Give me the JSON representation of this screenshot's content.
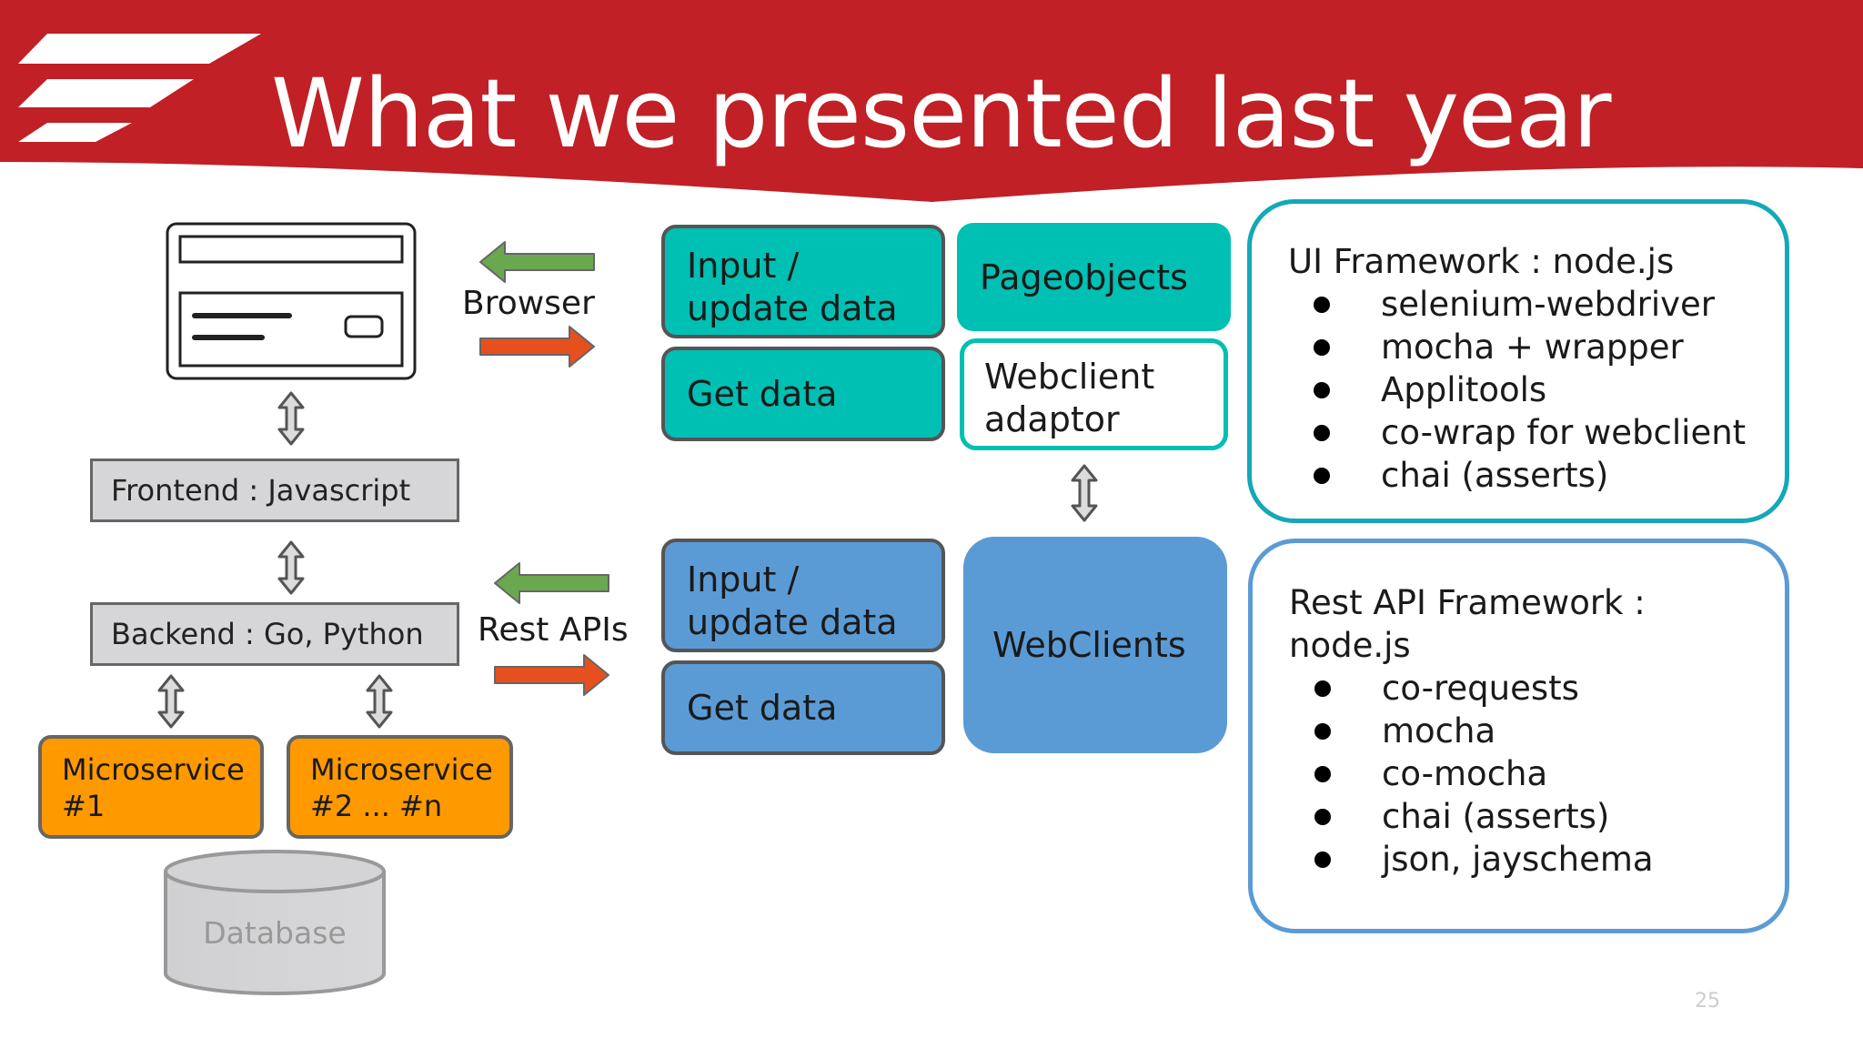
{
  "slide": {
    "title": "What we presented last year",
    "page_number": "25"
  },
  "colors": {
    "header_red": "#c02026",
    "teal": "#00bfb3",
    "blue": "#5b9bd5",
    "orange": "#ff9900",
    "gray_box": "#d6d6d8",
    "arrow_green": "#6aa84f",
    "arrow_red": "#e6501f"
  },
  "left_stack": {
    "frontend": "Frontend : Javascript",
    "backend": "Backend : Go, Python",
    "microservice_1": "Microservice\n#1",
    "microservice_2": "Microservice\n#2 ... #n",
    "database": "Database"
  },
  "connectors": {
    "browser": "Browser",
    "rest_apis": "Rest APIs"
  },
  "ui_layer": {
    "input_update": "Input / update data",
    "get_data": "Get data",
    "pageobjects": "Pageobjects",
    "webclient_adaptor": "Webclient adaptor"
  },
  "api_layer": {
    "input_update": "Input / update data",
    "get_data": "Get data",
    "webclients": "WebClients"
  },
  "ui_framework": {
    "heading": "UI Framework : node.js",
    "items": [
      "selenium-webdriver",
      "mocha + wrapper",
      "Applitools",
      "co-wrap for webclient",
      "chai (asserts)"
    ]
  },
  "api_framework": {
    "heading": "Rest API Framework : node.js",
    "items": [
      "co-requests",
      "mocha",
      "co-mocha",
      "chai (asserts)",
      "json, jayschema"
    ]
  }
}
